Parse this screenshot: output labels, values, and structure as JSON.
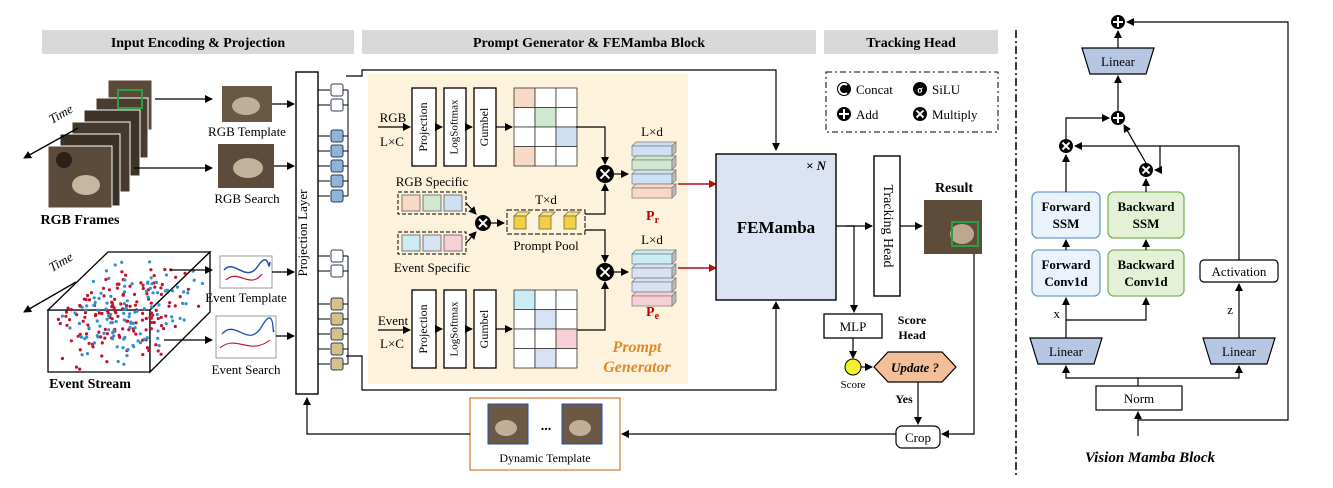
{
  "sections": {
    "input": "Input Encoding  &  Projection",
    "prompt": "Prompt Generator  &  FEMamba Block",
    "tracking": "Tracking Head"
  },
  "time_label": "Time",
  "rgb_frames": "RGB Frames",
  "event_stream": "Event Stream",
  "rgb_template": "RGB Template",
  "rgb_search": "RGB Search",
  "event_template": "Event Template",
  "event_search": "Event Search",
  "projection_layer": "Projection    Layer",
  "prompt_gen": {
    "rgb": "RGB",
    "lxc": "L×C",
    "event": "Event",
    "projection": "Projection",
    "logsoftmax": "LogSoftmax",
    "gumbel": "Gumbel",
    "rgb_specific": "RGB Specific",
    "event_specific": "Event Specific",
    "txd": "T×d",
    "prompt_pool": "Prompt Pool",
    "lxd": "L×d",
    "p_r": "P",
    "p_r_sub": "r",
    "p_e": "P",
    "p_e_sub": "e",
    "title_1": "Prompt",
    "title_2": "Generator"
  },
  "femamba": "FEMamba",
  "times_n": "× N",
  "tracking_head": "Tracking  Head",
  "result": "Result",
  "mlp": "MLP",
  "score_head_1": "Score",
  "score_head_2": "Head",
  "score": "Score",
  "update": "Update ?",
  "yes": "Yes",
  "crop": "Crop",
  "dynamic_template": "Dynamic Template",
  "ellipsis": "...",
  "legend": {
    "concat": "Concat",
    "silu": "SiLU",
    "add": "Add",
    "multiply": "Multiply"
  },
  "vmb": {
    "linear": "Linear",
    "forward_ssm_1": "Forward",
    "forward_ssm_2": "SSM",
    "backward_ssm_1": "Backward",
    "backward_ssm_2": "SSM",
    "forward_conv_1": "Forward",
    "forward_conv_2": "Conv1d",
    "backward_conv_1": "Backward",
    "backward_conv_2": "Conv1d",
    "activation": "Activation",
    "x": "x",
    "z": "z",
    "norm": "Norm",
    "title": "Vision Mamba Block"
  },
  "colors": {
    "header_bg": "#d9d9d9",
    "prompt_bg": "#fdf3dc",
    "femamba_fill": "#dce3f3",
    "token_blue": "#8fb4d9",
    "token_tan": "#d8c08a",
    "vmb_blue_box": "#eaf2fb",
    "vmb_green_box": "#e4f1d6",
    "linear_fill": "#b7c6e3",
    "update_fill": "#f3bf9b",
    "score_fill": "#f7ef2c",
    "p_red": "#c00000",
    "dynamic_border": "#d98c4a"
  }
}
